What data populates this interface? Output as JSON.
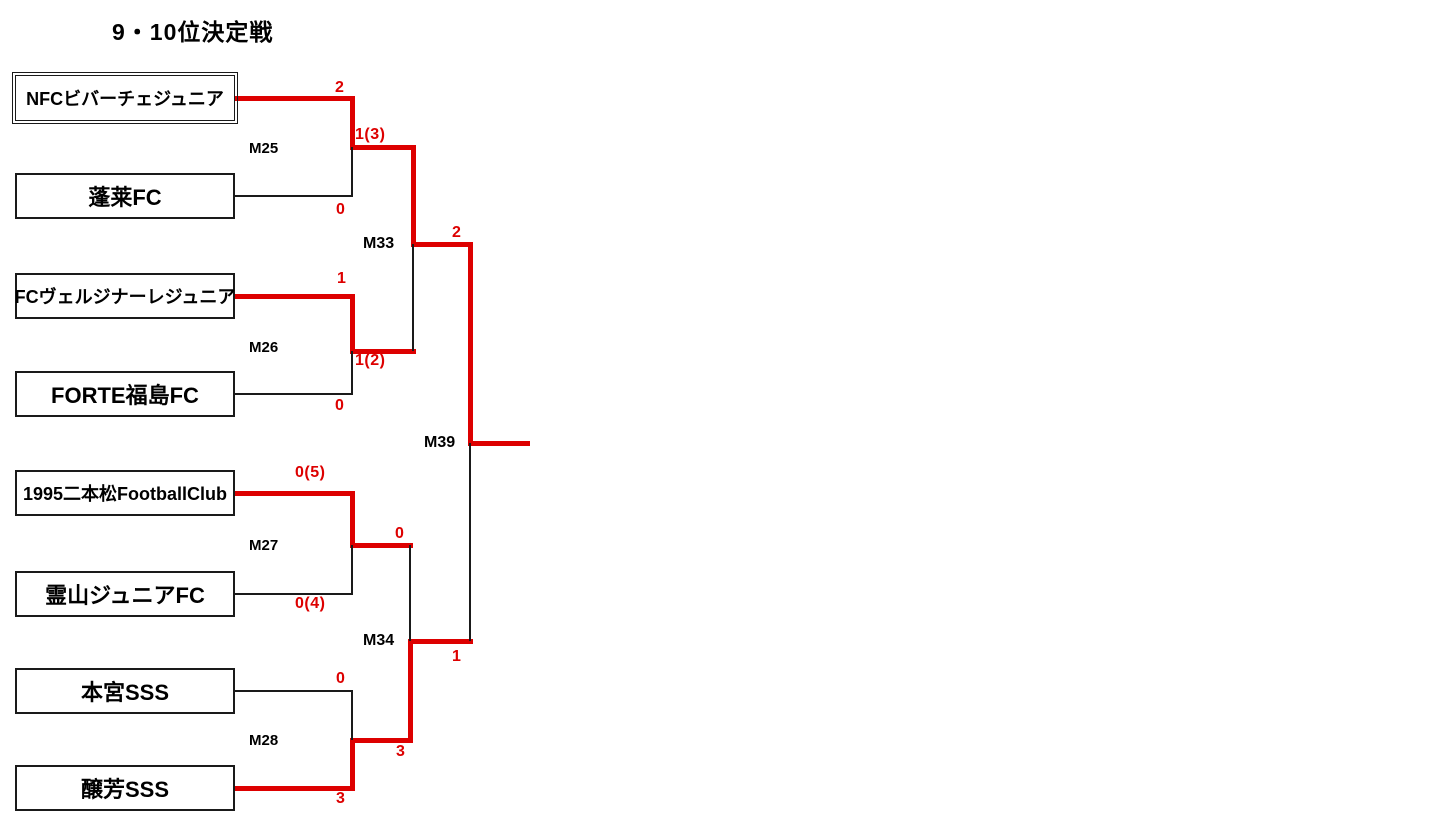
{
  "title": "9・10位決定戦",
  "colors": {
    "winner_path": "#dd0000",
    "line": "#1a1a1a",
    "background": "#ffffff"
  },
  "teams": [
    {
      "name": "NFCビバーチェジュニア",
      "champion": true
    },
    {
      "name": "蓬莱FC",
      "champion": false
    },
    {
      "name": "FCヴェルジナーレジュニア",
      "champion": false
    },
    {
      "name": "FORTE福島FC",
      "champion": false
    },
    {
      "name": "1995二本松FootballClub",
      "champion": false
    },
    {
      "name": "霊山ジュニアFC",
      "champion": false
    },
    {
      "name": "本宮SSS",
      "champion": false
    },
    {
      "name": "醸芳SSS",
      "champion": false
    }
  ],
  "matches": {
    "m25": {
      "label": "M25",
      "top_score": "2",
      "bottom_score": "0",
      "winner": "top"
    },
    "m26": {
      "label": "M26",
      "top_score": "1",
      "bottom_score": "0",
      "winner": "top"
    },
    "m27": {
      "label": "M27",
      "top_score": "0(5)",
      "bottom_score": "0(4)",
      "winner": "top"
    },
    "m28": {
      "label": "M28",
      "top_score": "0",
      "bottom_score": "3",
      "winner": "bottom"
    },
    "m33": {
      "label": "M33",
      "top_score": "1(3)",
      "bottom_score": "1(2)",
      "winner": "top"
    },
    "m34": {
      "label": "M34",
      "top_score": "0",
      "bottom_score": "3",
      "winner": "bottom"
    },
    "m39": {
      "label": "M39",
      "top_score": "2",
      "bottom_score": "1",
      "winner": "top"
    }
  }
}
